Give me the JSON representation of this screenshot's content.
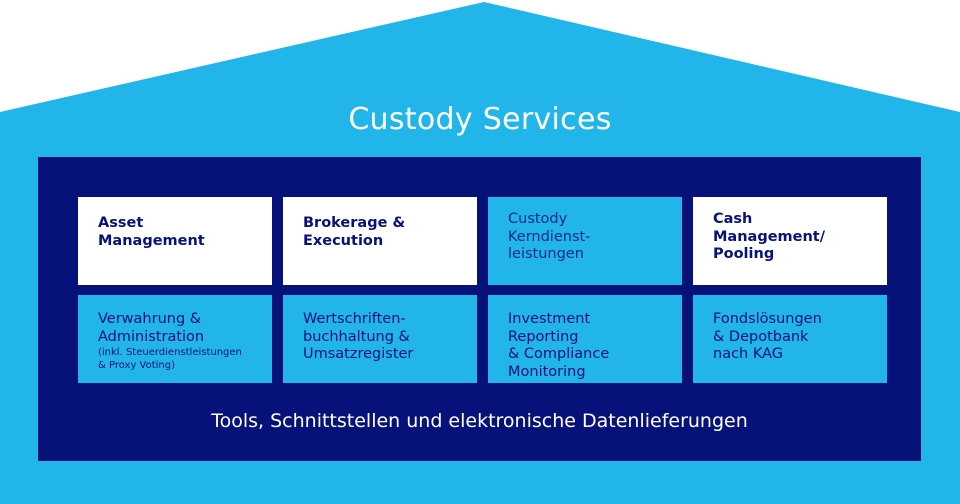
{
  "title": "Custody Services",
  "colors": {
    "outer": "#21b5ea",
    "inner": "#06127a",
    "box_white": "#ffffff",
    "box_cyan": "#21b5ea"
  },
  "top_row": [
    {
      "label": "Asset\nManagement"
    },
    {
      "label": "Brokerage &\nExecution"
    },
    {
      "label": "Custody\nKerndienst-\nleistungen"
    },
    {
      "label": "Cash\nManagement/\nPooling"
    }
  ],
  "bottom_row": [
    {
      "label": "Verwahrung &\nAdministration",
      "sub": "(inkl. Steuerdienstleistungen\n& Proxy Voting)"
    },
    {
      "label": "Wertschriften-\nbuchhaltung &\nUmsatzregister"
    },
    {
      "label": "Investment Reporting\n& Compliance\nMonitoring"
    },
    {
      "label": "Fondslösungen\n& Depotbank\nnach KAG"
    }
  ],
  "footer": "Tools, Schnittstellen und elektronische Datenlieferungen"
}
